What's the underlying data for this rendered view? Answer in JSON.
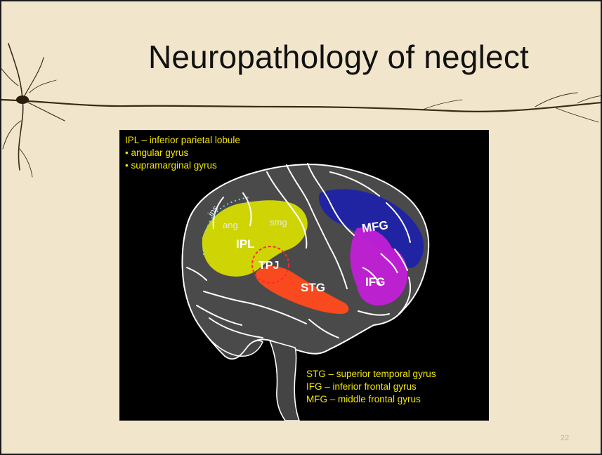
{
  "slide": {
    "title": "Neuropathology of neglect",
    "page_number": "22"
  },
  "legend_top": {
    "heading": "IPL – inferior parietal lobule",
    "items": [
      "• angular gyrus",
      "• supramarginal gyrus"
    ]
  },
  "legend_bottom": {
    "items": [
      "STG – superior temporal gyrus",
      "IFG – inferior frontal gyrus",
      "MFG – middle frontal gyrus"
    ]
  },
  "brain_labels": {
    "ips": "ips",
    "ang": "ang",
    "smg": "smg",
    "ipl": "IPL",
    "tpj": "TPJ",
    "stg": "STG",
    "mfg": "MFG",
    "ifg": "IFG"
  },
  "colors": {
    "ipl": "#d6dc00",
    "stg": "#ff4a1c",
    "mfg": "#1e22a8",
    "ifg": "#c21fd6",
    "brain": "#4a4a4a",
    "legend_text": "#f2e600"
  }
}
